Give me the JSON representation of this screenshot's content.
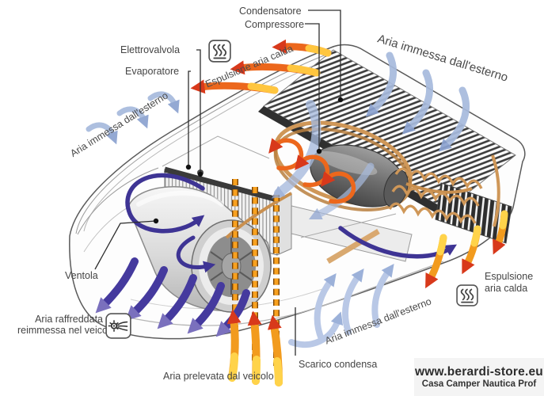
{
  "branding": {
    "website": "www.berardi-store.eu",
    "tagline": "Casa Camper Nautica Prof"
  },
  "component_labels": {
    "condensatore": "Condensatore",
    "compressore": "Compressore",
    "elettrovalvola": "Elettrovalvola",
    "evaporatore": "Evaporatore",
    "ventola": "Ventola",
    "scarico_condensa": "Scarico condensa"
  },
  "airflow_labels": {
    "espulsione_top": "Espulsione aria calda",
    "espulsione_right_l1": "Espulsione",
    "espulsione_right_l2": "aria calda",
    "aria_immessa_top_right": "Aria immessa dall'esterno",
    "aria_immessa_left": "Aria immessa dall'esterno",
    "aria_immessa_bottom": "Aria immessa dall'esterno",
    "aria_prelevata": "Aria prelevata dal veicolo",
    "aria_raffreddata_l1": "Aria raffreddata",
    "aria_raffreddata_l2": "reimmessa nel veicolo"
  },
  "icons": {
    "heat_exhaust_top": "heat-waves-icon",
    "heat_exhaust_right": "heat-waves-icon",
    "cooled_air_fan": "fan-airflow-icon"
  },
  "colors": {
    "warm_air": "#ec671c",
    "warm_air_tip": "#d8391b",
    "warm_air_tail": "#ffd34a",
    "cool_air_external": "#a7badd",
    "cool_air_internal": "#453a9e",
    "copper_pipe": "#cf9758",
    "label_text": "#444444"
  }
}
